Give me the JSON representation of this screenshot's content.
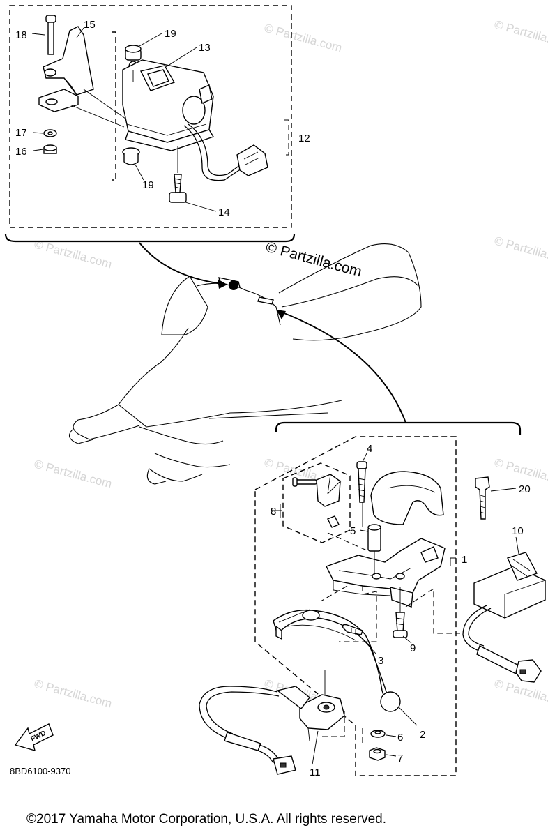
{
  "callouts": {
    "c1": "1",
    "c2": "2",
    "c3": "3",
    "c4": "4",
    "c5": "5",
    "c6": "6",
    "c7": "7",
    "c8": "8",
    "c9": "9",
    "c10": "10",
    "c11": "11",
    "c12": "12",
    "c13": "13",
    "c14": "14",
    "c15": "15",
    "c16": "16",
    "c17": "17",
    "c18": "18",
    "c19a": "19",
    "c19b": "19",
    "c20": "20"
  },
  "watermark": {
    "brand": "© Partzilla.com",
    "tile": "© Partzilla.com"
  },
  "fwd_label": "FWD",
  "diagram_code": "8BD6100-9370",
  "copyright": "©2017 Yamaha Motor Corporation, U.S.A. All rights reserved.",
  "colors": {
    "ink": "#000000",
    "watermark": "#d6d6d6",
    "background": "#ffffff"
  }
}
